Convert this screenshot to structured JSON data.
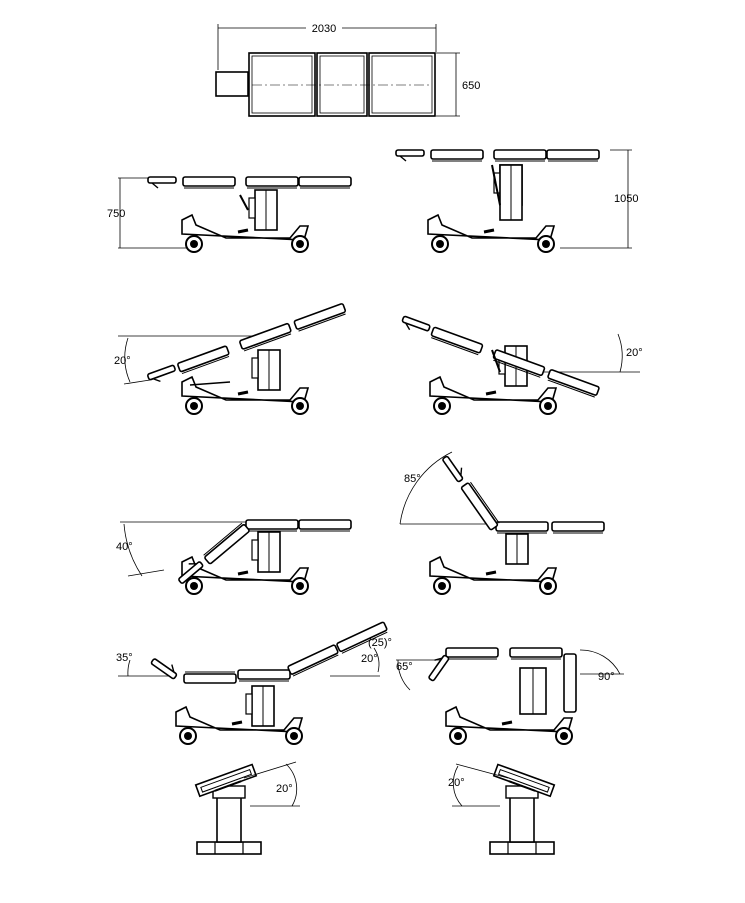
{
  "dimensions": {
    "length": "2030",
    "width": "650",
    "height_min": "750",
    "height_max": "1050"
  },
  "angles": {
    "trendelenburg": "20°",
    "reverse_trendelenburg": "20°",
    "leg_section_down": "40°",
    "back_section_up": "85°",
    "head_section_down": "35°",
    "leg_section_up": "20°",
    "leg_section_up_alt": "(25)°",
    "head_section_alt": "65°",
    "rotation": "90°",
    "lateral_tilt_right": "20°",
    "lateral_tilt_left": "20°"
  }
}
